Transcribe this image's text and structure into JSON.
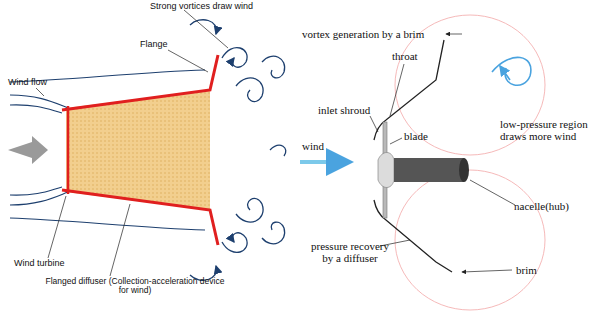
{
  "diagram": {
    "labels": [
      "Strong vortices draw wind",
      "Flange",
      "Wind flow",
      "Wind turbine",
      "Flanged diffuser (Collection-acceleration device for wind)",
      "vortex generation by a brim",
      "throat",
      "inlet shroud",
      "blade",
      "low-pressure region draws more wind",
      "wind",
      "nacelle(hub)",
      "pressure recovery by a diffuser",
      "brim"
    ]
  }
}
